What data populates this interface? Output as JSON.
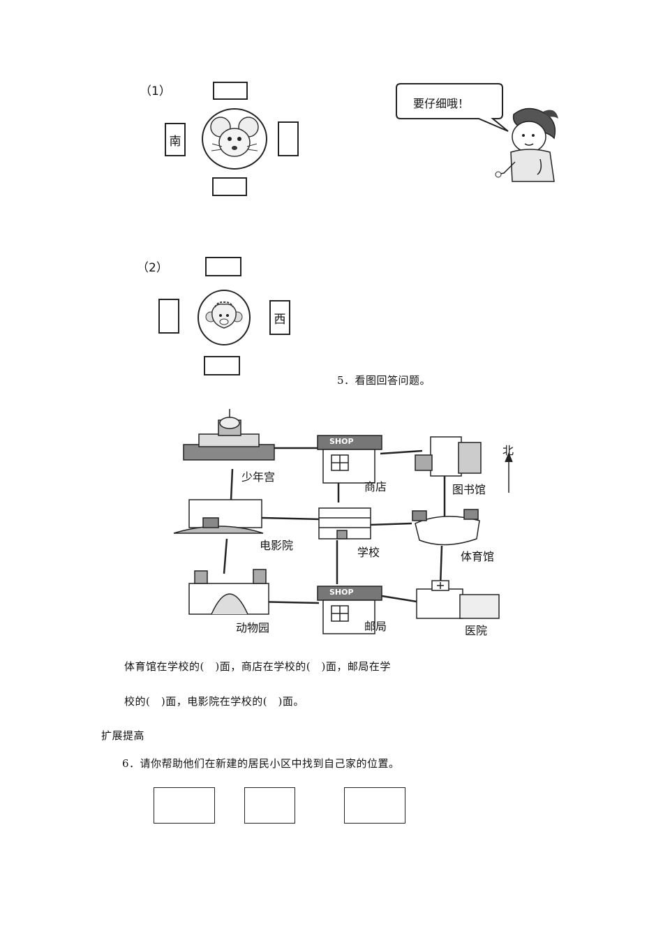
{
  "q4": {
    "part1": {
      "number": "（1）",
      "left_label": "南"
    },
    "part2": {
      "number": "（2）",
      "right_label": "西"
    },
    "speech_bubble": "要仔细哦！"
  },
  "q5": {
    "title": "5．看图回答问题。",
    "map_labels": {
      "youth_palace": "少年宫",
      "shop": "商店",
      "library": "图书馆",
      "cinema": "电影院",
      "school": "学校",
      "stadium": "体育馆",
      "zoo": "动物园",
      "post_office": "邮局",
      "hospital": "医院",
      "north": "北",
      "shop_sign": "SHOP"
    },
    "line1": "体育馆在学校的(　)面，商店在学校的(　)面，邮局在学",
    "line2": "校的(　)面，电影院在学校的(　)面。"
  },
  "section": "扩展提高",
  "q6": {
    "title": "6．请你帮助他们在新建的居民小区中找到自己家的位置。"
  }
}
